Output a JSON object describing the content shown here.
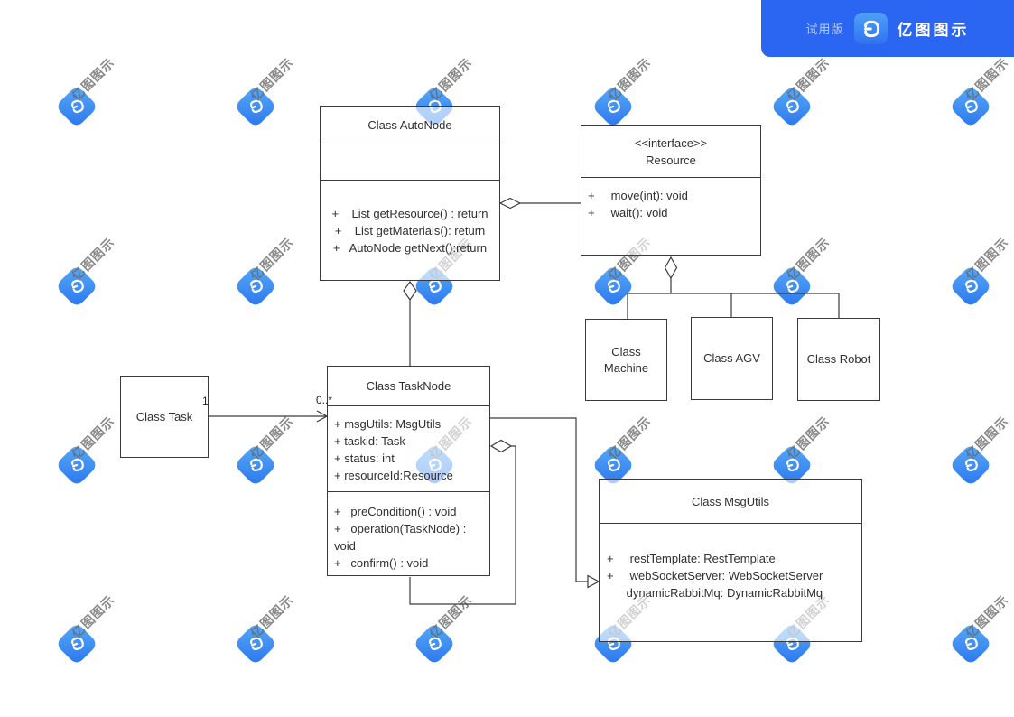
{
  "banner": {
    "trial_label": "试用版",
    "brand_name": "亿图图示"
  },
  "watermark": {
    "text": "亿图图示"
  },
  "diagram": {
    "classes": {
      "autonode": {
        "title": "Class AutoNode",
        "attributes": [],
        "methods": [
          "+    List getResource() : return",
          "+    List getMaterials(): return",
          "+   AutoNode getNext():return"
        ]
      },
      "resource": {
        "stereotype": "<<interface>>",
        "title": "Resource",
        "methods": [
          "+     move(int): void",
          "+     wait(): void"
        ]
      },
      "machine": {
        "title": "Class Machine"
      },
      "agv": {
        "title": "Class AGV"
      },
      "robot": {
        "title": "Class Robot"
      },
      "task": {
        "title": "Class Task"
      },
      "tasknode": {
        "title": "Class TaskNode",
        "attributes": [
          "+ msgUtils: MsgUtils",
          "+ taskid: Task",
          "+ status: int",
          "+ resourceId:Resource"
        ],
        "methods": [
          "+   preCondition() : void",
          "+   operation(TaskNode) :",
          "void",
          "+   confirm() : void"
        ]
      },
      "msgutils": {
        "title": "Class MsgUtils",
        "attributes": [
          "+     restTemplate: RestTemplate",
          "+     webSocketServer: WebSocketServer",
          "      dynamicRabbitMq: DynamicRabbitMq"
        ]
      }
    },
    "labels": {
      "task_multiplicity": "1",
      "tasknode_multiplicity": "0..*"
    }
  },
  "colors": {
    "banner_blue": "#2b66f2",
    "line_color": "#3a3a3a",
    "text_color": "#2f2f2f",
    "watermark_blue_light": "#58abf8",
    "watermark_blue_dark": "#2b76ee",
    "canvas_background": "#ffffff"
  }
}
